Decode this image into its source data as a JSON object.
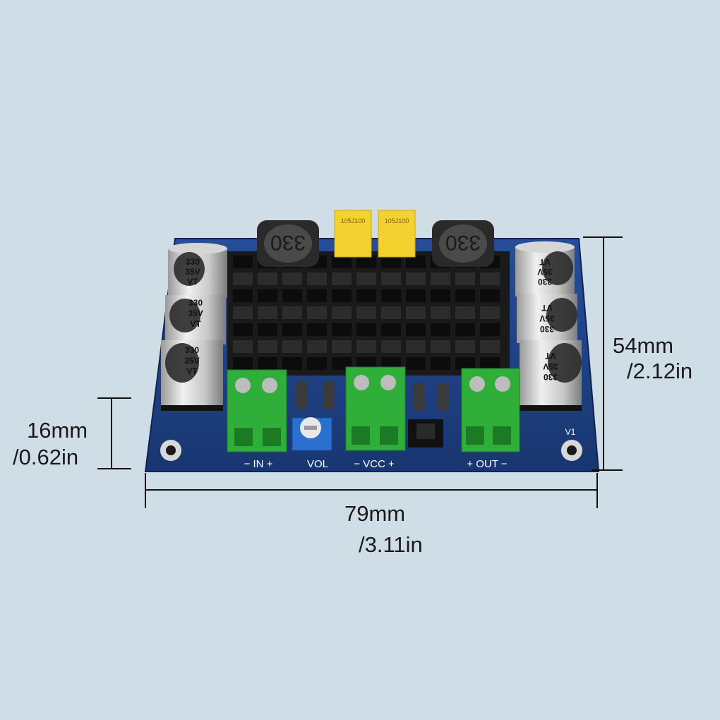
{
  "dimensions": {
    "width_mm": "79mm",
    "width_in": "/3.11in",
    "height_mm": "54mm",
    "height_in": "/2.12in",
    "terminal_mm": "16mm",
    "terminal_in": "/0.62in"
  },
  "board": {
    "capacitors_left": [
      {
        "l1": "330",
        "l2": "35V",
        "l3": "VT"
      },
      {
        "l1": "330",
        "l2": "35V",
        "l3": "VT"
      },
      {
        "l1": "330",
        "l2": "35V",
        "l3": "VT"
      }
    ],
    "capacitors_right": [
      {
        "l1": "330",
        "l2": "35V",
        "l3": "VT"
      },
      {
        "l1": "330",
        "l2": "35V",
        "l3": "VT"
      },
      {
        "l1": "330",
        "l2": "35V",
        "l3": "VT"
      }
    ],
    "inductor_left": "330",
    "inductor_right": "330",
    "film_cap_left": "105J100",
    "film_cap_right": "105J100",
    "label_in": "− IN +",
    "label_vol": "VOL",
    "label_vcc": "− VCC +",
    "label_out": "+ OUT −",
    "label_v1": "V1"
  },
  "colors": {
    "background": "#cfdde6",
    "pcb": "#1e3f86",
    "heatsink": "#141414",
    "terminal": "#2fae3a",
    "film_cap": "#f3d12e"
  }
}
